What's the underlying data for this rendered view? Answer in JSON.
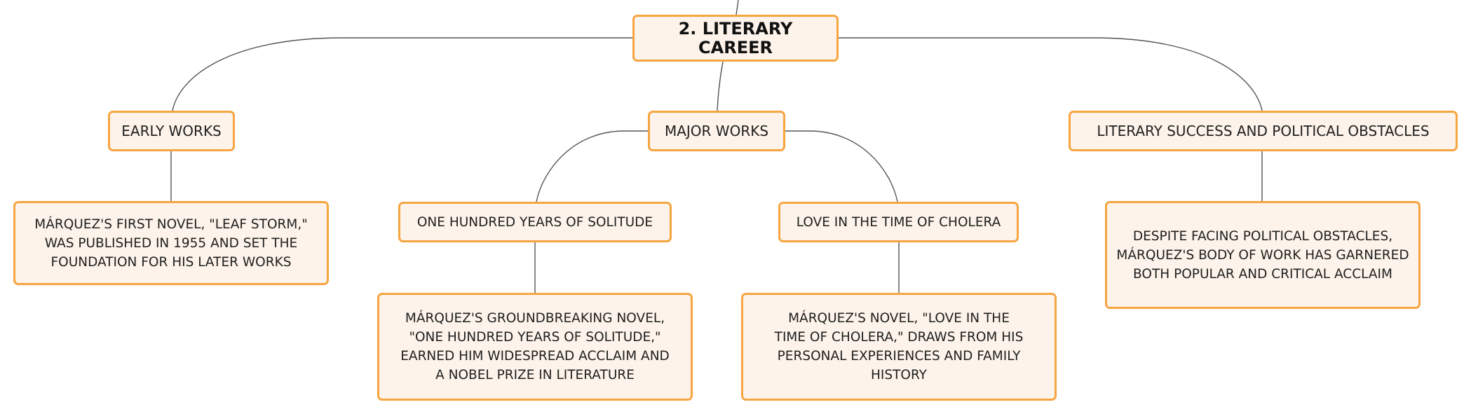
{
  "title": "2. LITERARY CAREER",
  "branches": {
    "early": {
      "label": "EARLY WORKS",
      "detail": "MÁRQUEZ'S FIRST NOVEL, \"LEAF STORM,\" WAS PUBLISHED IN 1955 AND SET THE FOUNDATION FOR HIS LATER WORKS"
    },
    "major": {
      "label": "MAJOR WORKS",
      "works": [
        {
          "label": "ONE HUNDRED YEARS OF SOLITUDE",
          "detail": "MÁRQUEZ'S GROUNDBREAKING NOVEL, \"ONE HUNDRED YEARS OF SOLITUDE,\" EARNED HIM WIDESPREAD ACCLAIM AND A NOBEL PRIZE IN LITERATURE"
        },
        {
          "label": "LOVE IN THE TIME OF CHOLERA",
          "detail": "MÁRQUEZ'S NOVEL, \"LOVE IN THE TIME OF CHOLERA,\" DRAWS FROM HIS PERSONAL EXPERIENCES AND FAMILY HISTORY"
        }
      ]
    },
    "success": {
      "label": "LITERARY SUCCESS AND POLITICAL OBSTACLES",
      "detail": "DESPITE FACING POLITICAL OBSTACLES, MÁRQUEZ'S BODY OF WORK HAS GARNERED BOTH POPULAR AND CRITICAL ACCLAIM"
    }
  },
  "colors": {
    "node_border": "#f7a540",
    "node_fill": "#fdf3ea",
    "connector": "#555555"
  }
}
